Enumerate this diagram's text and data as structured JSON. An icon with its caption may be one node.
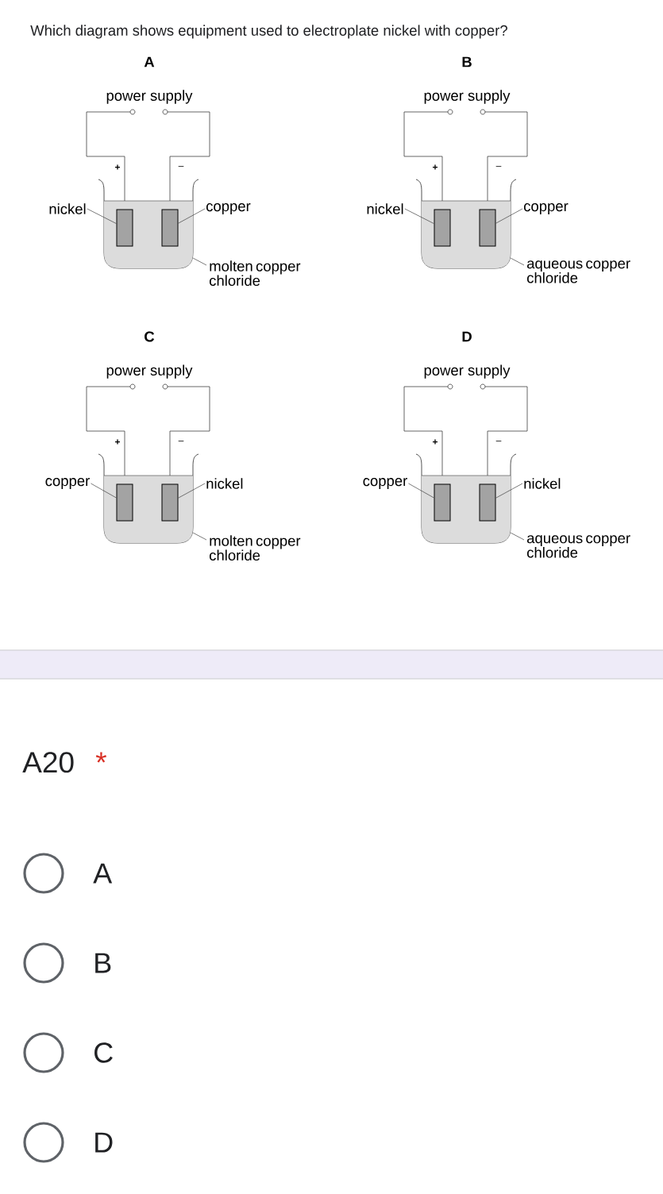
{
  "diagram": {
    "title": "Which diagram shows equipment used to electroplate nickel with copper?",
    "nodes": [
      {
        "text": [
          "nickel"
        ]
      },
      {
        "text": [],
        "shape": "box"
      },
      {
        "text": [],
        "shape": "bar",
        "in": 1
      },
      {
        "text": [],
        "shape": "bar",
        "in": 1
      },
      {
        "text": [
          "copper"
        ]
      },
      {
        "text": [
          "molten copper chloride"
        ]
      },
      {
        "text": [
          "nickel"
        ]
      },
      {
        "text": [],
        "shape": "box"
      },
      {
        "text": [],
        "shape": "bar",
        "in": 7
      },
      {
        "text": [],
        "shape": "bar",
        "in": 7
      },
      {
        "text": [
          "copper"
        ]
      },
      {
        "text": [
          "aqueous copper chloride"
        ]
      },
      {
        "text": [
          "copper"
        ]
      },
      {
        "text": [],
        "shape": "box"
      },
      {
        "text": [],
        "shape": "bar",
        "in": 13
      },
      {
        "text": [],
        "shape": "bar",
        "in": 13
      },
      {
        "text": [
          "nickel"
        ]
      },
      {
        "text": [
          "molten copper chloride"
        ]
      },
      {
        "text": [
          "copper"
        ]
      },
      {
        "text": [],
        "shape": "box"
      },
      {
        "text": [],
        "shape": "bar",
        "in": 19
      },
      {
        "text": [],
        "shape": "bar",
        "in": 19
      },
      {
        "text": [
          "nickel"
        ]
      },
      {
        "text": [
          "aqueous copper chloride"
        ]
      }
    ],
    "edges": [
      {
        "from": 0,
        "to": 2,
        "arrow": "none"
      },
      {
        "from": 4,
        "to": 3,
        "arrow": "none"
      },
      {
        "from": 5,
        "to": 1,
        "arrow": "none"
      },
      {
        "from": 6,
        "to": 8,
        "arrow": "none"
      },
      {
        "from": 10,
        "to": 9,
        "arrow": "none"
      },
      {
        "from": 11,
        "to": 7,
        "arrow": "none"
      },
      {
        "from": 12,
        "to": 14,
        "arrow": "none"
      },
      {
        "from": 16,
        "to": 15,
        "arrow": "none"
      },
      {
        "from": 17,
        "to": 13,
        "arrow": "none"
      },
      {
        "from": 18,
        "to": 20,
        "arrow": "none"
      },
      {
        "from": 22,
        "to": 21,
        "arrow": "none"
      },
      {
        "from": 23,
        "to": 19,
        "arrow": "none"
      }
    ],
    "labels": [
      "A",
      "power supply",
      "+",
      "–",
      "B",
      "power supply",
      "+",
      "–",
      "C",
      "power supply",
      "+",
      "–",
      "D",
      "power supply",
      "+",
      "–",
      "A20",
      "*",
      "A",
      "B",
      "C",
      "D"
    ]
  }
}
